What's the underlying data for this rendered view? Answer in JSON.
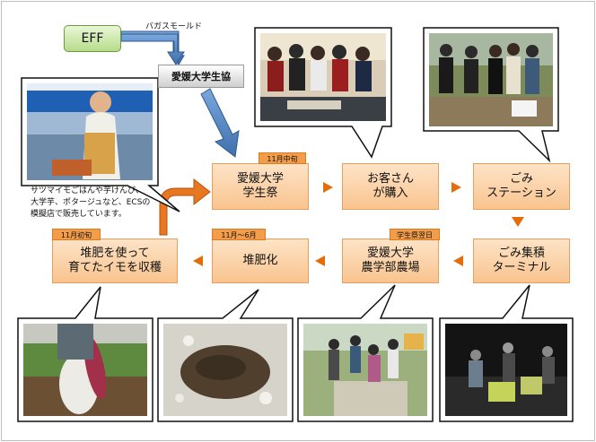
{
  "nodes": {
    "eff": "EFF",
    "mall_label": "バガスモールド",
    "coop": "愛媛大学生協",
    "festival": "愛媛大学\n学生祭",
    "purchase": "お客さん\nが購入",
    "station": "ごみ\nステーション",
    "terminal": "ごみ集積\nターミナル",
    "farm": "愛媛大学\n農学部農場",
    "compost": "堆肥化",
    "harvest": "堆肥を使って\n育てたイモを収穫"
  },
  "tags": {
    "festival": "11月中旬",
    "farm": "学生祭翌日",
    "compost": "11月～6月",
    "harvest": "11月初旬"
  },
  "caption": [
    "サツマイモごはんや芋けんぴ、",
    "大学芋、ポタージュなど、ECSの",
    "模擬店で販売しています。"
  ],
  "colors": {
    "box_fill": "#fbd3a8",
    "box_border": "#e2a161",
    "tag_fill": "#f39c4a",
    "arrow_blue": "#4f81bd",
    "arrow_orange": "#e46c0a",
    "triangle": "#e46c0a"
  }
}
